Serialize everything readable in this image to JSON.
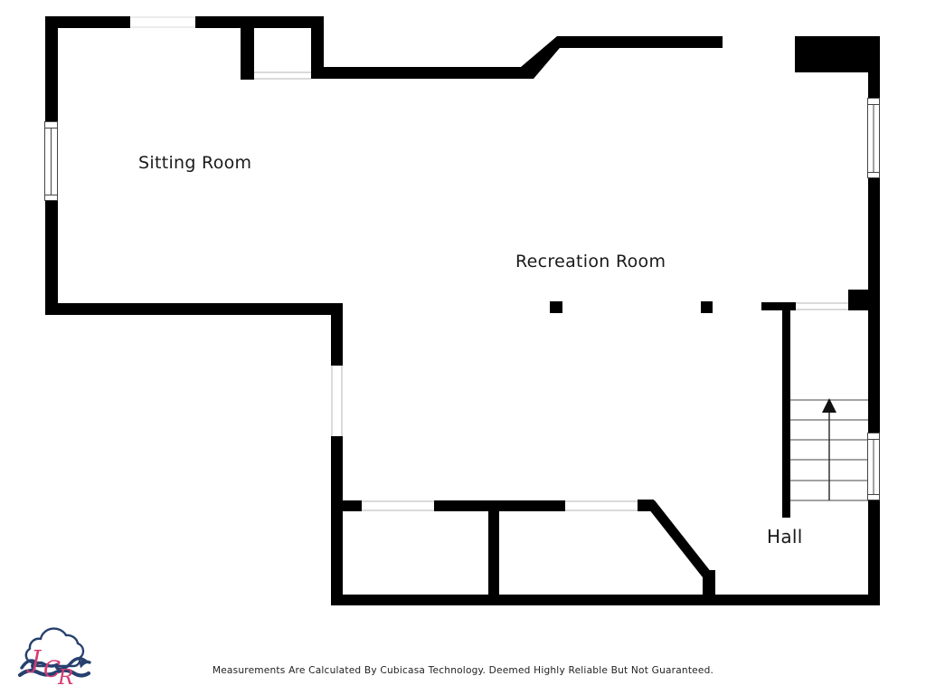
{
  "floorplan": {
    "rooms": [
      {
        "id": "sitting-room",
        "label": "Sitting Room"
      },
      {
        "id": "recreation-room",
        "label": "Recreation Room"
      },
      {
        "id": "hall",
        "label": "Hall"
      }
    ],
    "stairs": {
      "direction": "up",
      "tread_count": 6
    },
    "window_count": 3,
    "post_count": 2,
    "colors": {
      "wall": "#000000",
      "background": "#ffffff",
      "tread_line": "#444444",
      "threshold_line": "#b4b4b4",
      "window_outline": "#444444",
      "label_text": "#1a1a1a"
    }
  },
  "logo": {
    "letters": [
      "J",
      "C",
      "R"
    ],
    "navy": "#27406e",
    "pink": "#d63b72"
  },
  "footer": {
    "disclaimer": "Measurements Are Calculated By Cubicasa Technology. Deemed Highly Reliable But Not Guaranteed."
  }
}
